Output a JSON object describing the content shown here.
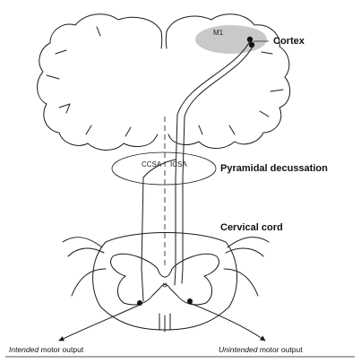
{
  "labels": {
    "m1": "M1",
    "cortex": "Cortex",
    "ccsa": "CCSA",
    "icsa": "ICSA",
    "pyramidal_decussation": "Pyramidal decussation",
    "cervical_cord": "Cervical cord",
    "intended_italic": "Intended",
    "intended_rest": " motor output",
    "unintended_italic": "Unintended",
    "unintended_rest": " motor output"
  },
  "colors": {
    "m1_region": "#c9c9c9",
    "ink": "#1a1a1a",
    "background": "#ffffff"
  }
}
